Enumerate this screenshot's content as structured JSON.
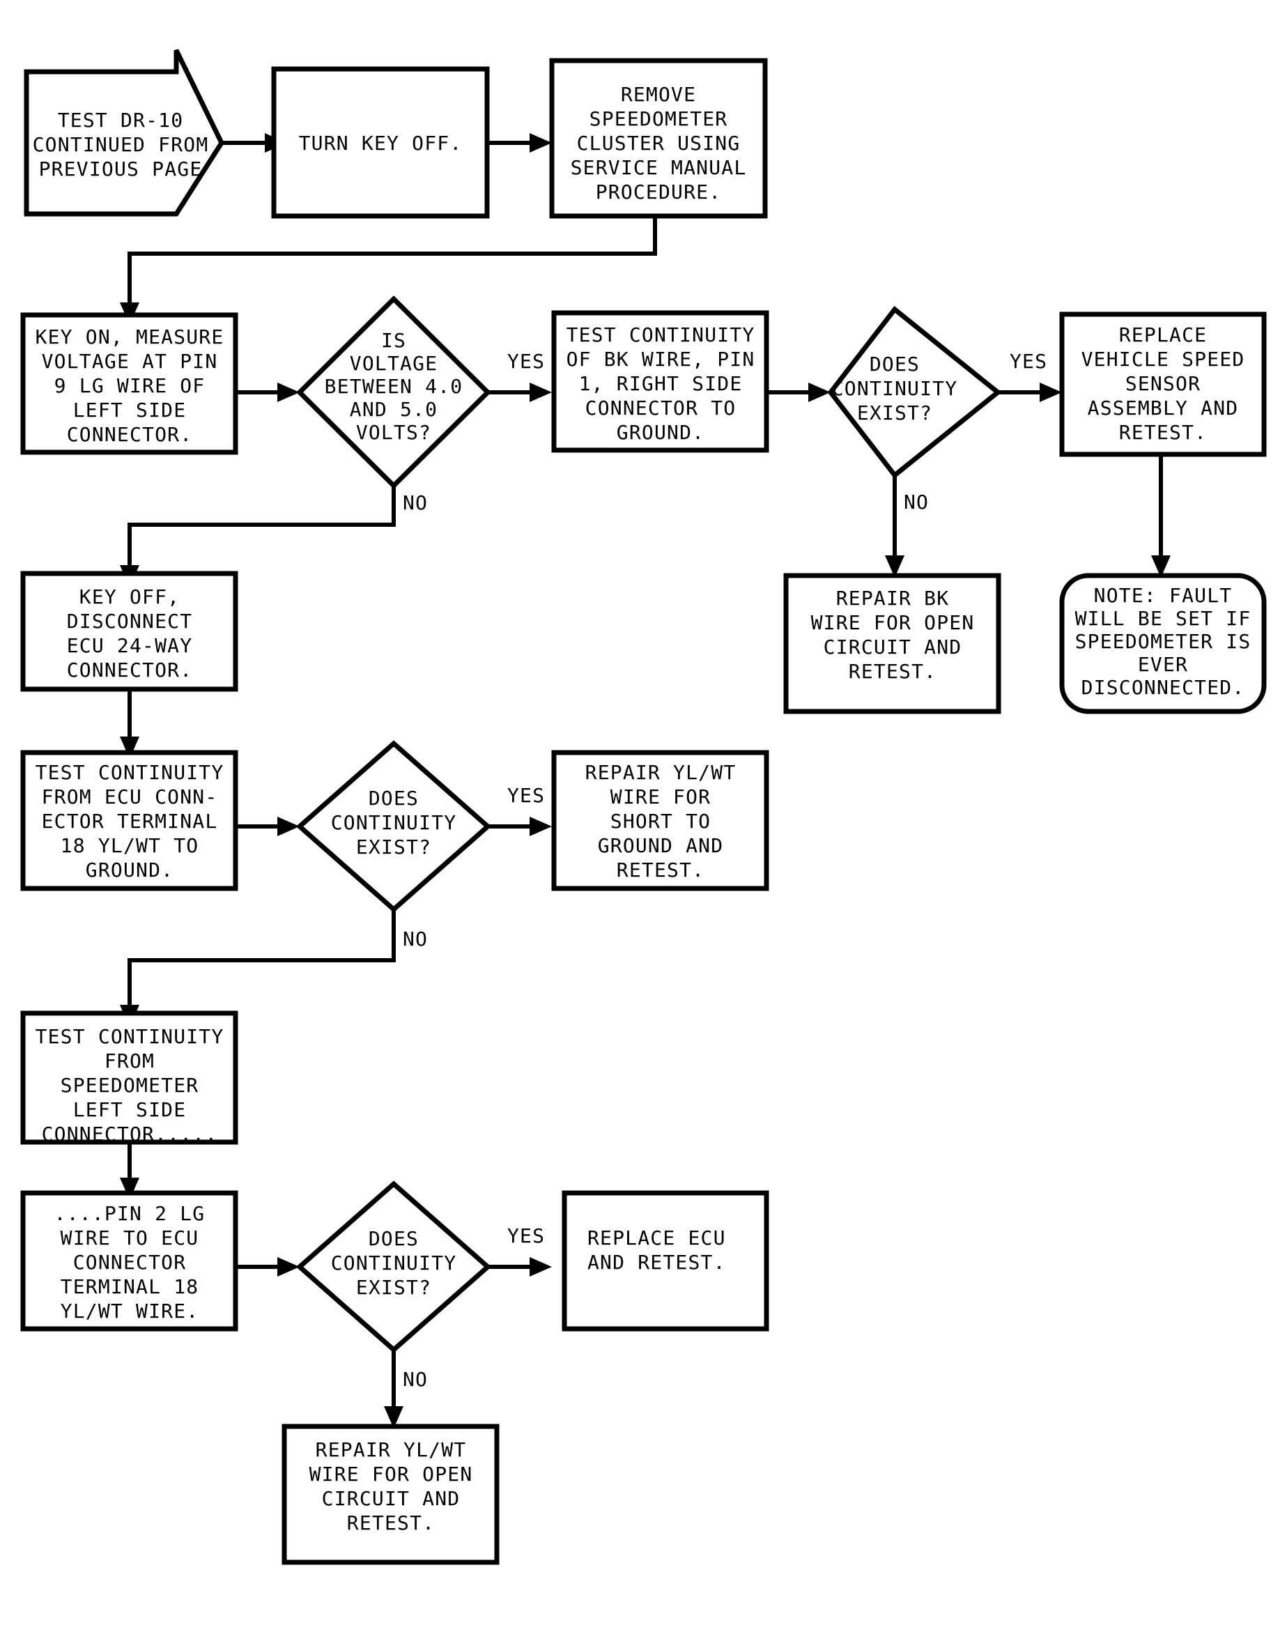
{
  "document": {
    "type": "troubleshooting-flowchart",
    "title": "TEST DR-10 CONTINUED FROM PREVIOUS PAGE"
  },
  "nodes": {
    "start": {
      "shape": "arrow-pentagon",
      "lines": [
        "TEST DR-10",
        "CONTINUED FROM",
        "PREVIOUS PAGE"
      ]
    },
    "turn_key_off": {
      "shape": "process",
      "lines": [
        "TURN KEY OFF."
      ]
    },
    "remove_speedo": {
      "shape": "process",
      "lines": [
        "REMOVE",
        "SPEEDOMETER",
        "CLUSTER USING",
        "SERVICE MANUAL",
        "PROCEDURE."
      ]
    },
    "key_on_measure": {
      "shape": "process",
      "lines": [
        "KEY ON, MEASURE",
        "VOLTAGE AT PIN",
        "9 LG WIRE OF",
        "LEFT SIDE",
        "CONNECTOR."
      ]
    },
    "is_voltage": {
      "shape": "decision",
      "lines": [
        "IS",
        "VOLTAGE",
        "BETWEEN 4.0",
        "AND 5.0",
        "VOLTS?"
      ]
    },
    "test_bk_wire": {
      "shape": "process",
      "lines": [
        "TEST CONTINUITY",
        "OF BK WIRE, PIN",
        "1, RIGHT SIDE",
        "CONNECTOR TO",
        "GROUND."
      ]
    },
    "continuity_1": {
      "shape": "decision",
      "lines": [
        "DOES",
        "CONTINUITY",
        "EXIST?"
      ]
    },
    "replace_vss": {
      "shape": "process",
      "lines": [
        "REPLACE",
        "VEHICLE SPEED",
        "SENSOR",
        "ASSEMBLY AND",
        "RETEST."
      ]
    },
    "repair_bk": {
      "shape": "process",
      "lines": [
        "REPAIR BK",
        "WIRE FOR OPEN",
        "CIRCUIT AND",
        "RETEST."
      ]
    },
    "note_fault": {
      "shape": "rounded",
      "lines": [
        "NOTE: FAULT",
        "WILL BE SET IF",
        "SPEEDOMETER IS",
        "EVER",
        "DISCONNECTED."
      ]
    },
    "key_off_disconnect": {
      "shape": "process",
      "lines": [
        "KEY OFF,",
        "DISCONNECT",
        "ECU 24-WAY",
        "CONNECTOR."
      ]
    },
    "test_ecu_term18": {
      "shape": "process",
      "lines": [
        "TEST CONTINUITY",
        "FROM ECU CONN-",
        "ECTOR TERMINAL",
        "18 YL/WT TO",
        "GROUND."
      ]
    },
    "continuity_2": {
      "shape": "decision",
      "lines": [
        "DOES",
        "CONTINUITY",
        "EXIST?"
      ]
    },
    "repair_ylwt_short": {
      "shape": "process",
      "lines": [
        "REPAIR YL/WT",
        "WIRE FOR",
        "SHORT TO",
        "GROUND AND",
        "RETEST."
      ]
    },
    "test_speedo_conn": {
      "shape": "process",
      "lines": [
        "TEST CONTINUITY",
        "FROM",
        "SPEEDOMETER",
        "LEFT SIDE",
        "CONNECTOR....."
      ]
    },
    "pin2_lg": {
      "shape": "process",
      "lines": [
        "....PIN 2 LG",
        "WIRE TO ECU",
        "CONNECTOR",
        "TERMINAL 18",
        "YL/WT WIRE."
      ]
    },
    "continuity_3": {
      "shape": "decision",
      "lines": [
        "DOES",
        "CONTINUITY",
        "EXIST?"
      ]
    },
    "replace_ecu": {
      "shape": "process",
      "align": "left",
      "lines": [
        "REPLACE ECU",
        "AND RETEST."
      ]
    },
    "repair_ylwt_open": {
      "shape": "process",
      "lines": [
        "REPAIR YL/WT",
        "WIRE FOR OPEN",
        "CIRCUIT AND",
        "RETEST."
      ]
    }
  },
  "edge_labels": {
    "yes_1": "YES",
    "no_1": "NO",
    "yes_2": "YES",
    "no_2": "NO",
    "yes_3": "YES",
    "no_3": "NO",
    "yes_4": "YES",
    "no_4": "NO"
  },
  "colors": {
    "stroke": "#000000",
    "fill": "#ffffff",
    "background": "#ffffff"
  }
}
